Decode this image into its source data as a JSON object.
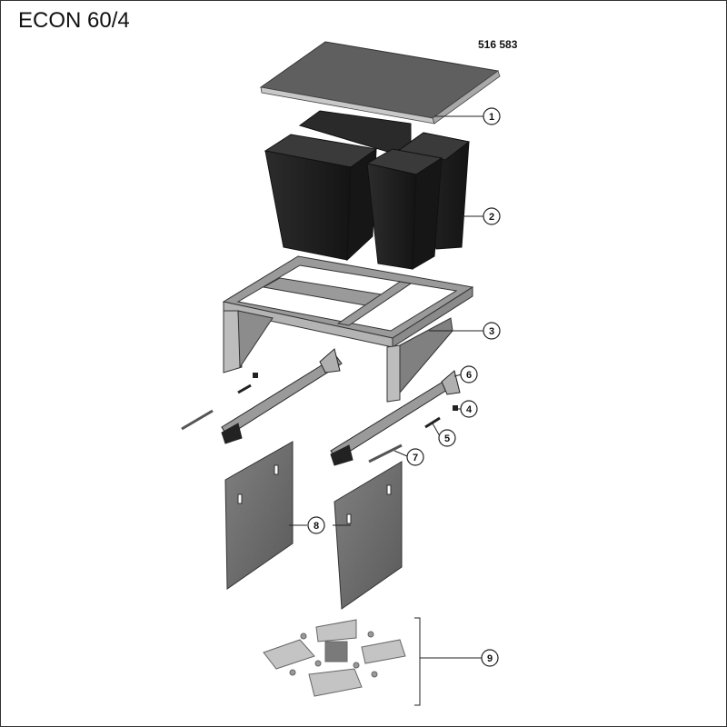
{
  "title": "ECON 60/4",
  "article_number": "516 583",
  "callouts": [
    {
      "number": "1",
      "part": "lid"
    },
    {
      "number": "2",
      "part": "bins"
    },
    {
      "number": "3",
      "part": "frame"
    },
    {
      "number": "4",
      "part": "pin"
    },
    {
      "number": "5",
      "part": "spring"
    },
    {
      "number": "6",
      "part": "runner"
    },
    {
      "number": "7",
      "part": "rod"
    },
    {
      "number": "8",
      "part": "side-panel"
    },
    {
      "number": "9",
      "part": "fixing-kit"
    }
  ],
  "colors": {
    "bin": "#1e1e1e",
    "metal_light": "#b8b8b8",
    "metal_dark": "#6e6e6e",
    "panel": "#707070",
    "line": "#222222"
  }
}
